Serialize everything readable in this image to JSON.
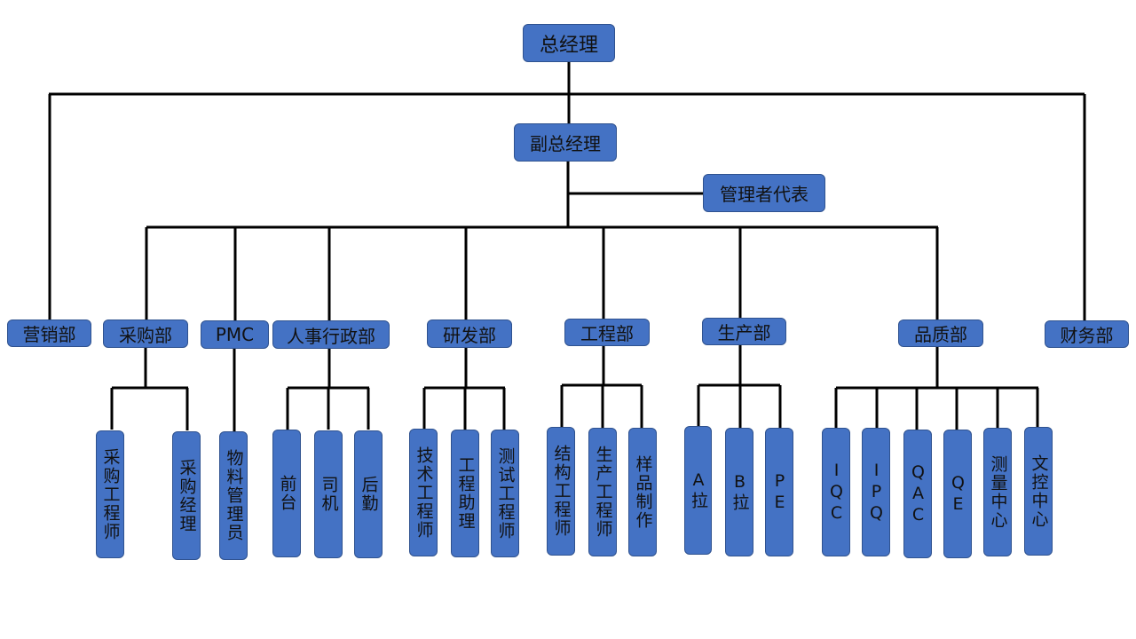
{
  "ceo": "总经理",
  "deputy": "副总经理",
  "mgmt_rep": "管理者代表",
  "departments": {
    "marketing": "营销部",
    "purchasing": "采购部",
    "pmc": "PMC",
    "hr_admin": "人事行政部",
    "rnd": "研发部",
    "engineering": "工程部",
    "production": "生产部",
    "quality": "品质部",
    "finance": "财务部"
  },
  "roles": {
    "purchasing": [
      "采购工程师",
      "采购经理"
    ],
    "pmc": [
      "物料管理员"
    ],
    "hr_admin": [
      "前台",
      "司机",
      "后勤"
    ],
    "rnd": [
      "技术工程师",
      "工程助理",
      "测试工程师"
    ],
    "engineering": [
      "结构工程师",
      "生产工程师",
      "样品制作"
    ],
    "production": [
      "A拉",
      "B拉",
      "PE"
    ],
    "quality": [
      "IQC",
      "IPQ",
      "QAC",
      "QE",
      "测量中心",
      "文控中心"
    ]
  },
  "colors": {
    "box_fill": "#4472c4",
    "box_border": "#2f528f",
    "line": "#000000"
  }
}
